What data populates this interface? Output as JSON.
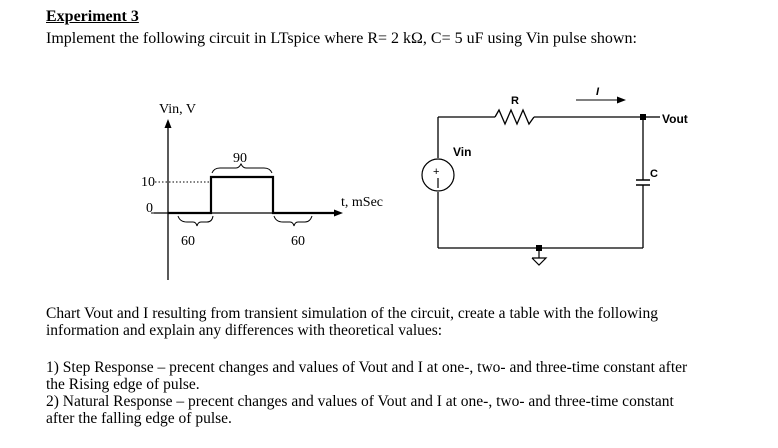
{
  "title": "Experiment 3",
  "instruction": "Implement the following circuit in LTspice where R= 2 kΩ, C= 5 uF using Vin pulse shown:",
  "pulse_graph": {
    "y_axis_label": "Vin, V",
    "x_axis_label": "t, mSec",
    "y_tick_high": "10",
    "y_tick_low": "0",
    "width_label_top": "90",
    "width_label_left": "60",
    "width_label_right": "60"
  },
  "circuit": {
    "resistor_label": "R",
    "current_label": "I",
    "output_label": "Vout",
    "source_label": "Vin",
    "capacitor_label": "C",
    "source_plus": "+"
  },
  "chart_paragraph": {
    "line1": "Chart Vout and I resulting from transient simulation of the circuit, create a table with the following",
    "line2": "information and explain any differences with theoretical values:"
  },
  "list": {
    "item1_line1": "1) Step Response – precent changes and values of Vout and I at one-, two- and three-time constant after",
    "item1_line2": "the Rising edge of pulse.",
    "item2_line1": "2) Natural Response – precent changes and values of Vout and I at one-, two- and three-time constant",
    "item2_line2": "after the falling edge of pulse."
  }
}
